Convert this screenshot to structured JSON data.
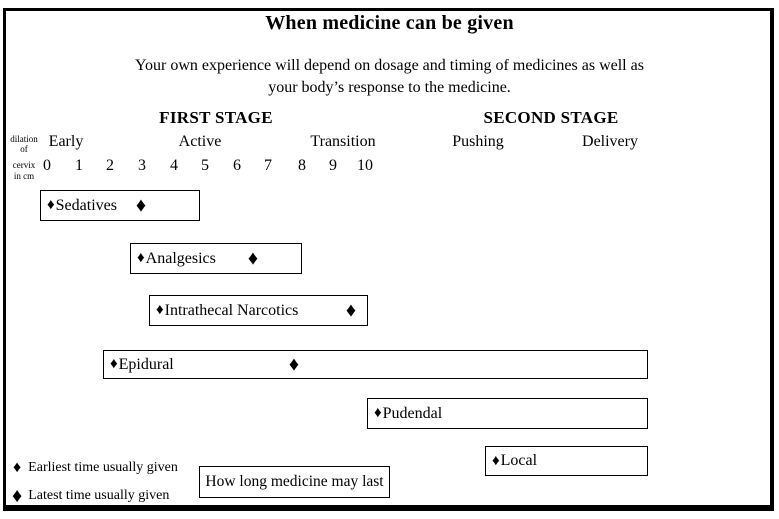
{
  "title": "When medicine can be given",
  "subtitle": {
    "line1": "Your own experience will depend on dosage and timing of medicines as well as",
    "line2": "your body’s response to the medicine."
  },
  "glyphs": {
    "diamond": "♦"
  },
  "axis_note": {
    "line1": "dilation",
    "line2": "of",
    "line3": "cervix",
    "line4": "in cm"
  },
  "stages": {
    "first": {
      "label": "FIRST STAGE",
      "phases": [
        "Early",
        "Active",
        "Transition"
      ]
    },
    "second": {
      "label": "SECOND STAGE",
      "phases": [
        "Pushing",
        "Delivery"
      ]
    }
  },
  "legend": {
    "earliest": "Earliest time usually given",
    "latest": "Latest time usually given",
    "duration_box": "How long medicine may last"
  },
  "colors": {
    "ink": "#000000",
    "background": "#ffffff"
  },
  "chart_data": {
    "type": "bar",
    "variant": "gantt-timeline",
    "title": "When medicine can be given",
    "xlabel": "dilation of cervix in cm",
    "x_axis": {
      "ticks": [
        "0",
        "1",
        "2",
        "3",
        "4",
        "5",
        "6",
        "7",
        "8",
        "9",
        "10"
      ],
      "range_cm": [
        0,
        10
      ]
    },
    "stage_spans": [
      {
        "stage": "FIRST STAGE",
        "phases": [
          {
            "name": "Early",
            "approx_cm": [
              0,
              3
            ]
          },
          {
            "name": "Active",
            "approx_cm": [
              4,
              7
            ]
          },
          {
            "name": "Transition",
            "approx_cm": [
              8,
              10
            ]
          }
        ]
      },
      {
        "stage": "SECOND STAGE",
        "phases": [
          {
            "name": "Pushing"
          },
          {
            "name": "Delivery"
          }
        ]
      }
    ],
    "bars": [
      {
        "label": "Sedatives",
        "earliest_cm": 0,
        "latest_cm": 3,
        "lasts_until_cm": 4.8,
        "lasts_until": "about 5 cm"
      },
      {
        "label": "Analgesics",
        "earliest_cm": 2.6,
        "latest_cm": 6.5,
        "lasts_until_cm": 8,
        "lasts_until": "about 8 cm"
      },
      {
        "label": "Intrathecal Narcotics",
        "earliest_cm": 3.2,
        "latest_cm": 9.5,
        "lasts_until_cm": 10.1,
        "lasts_until": "about 10 cm"
      },
      {
        "label": "Epidural",
        "earliest_cm": 1.8,
        "latest_cm": 7.7,
        "lasts_until_cm": null,
        "lasts_until": "through delivery"
      },
      {
        "label": "Pudendal",
        "earliest_cm": null,
        "latest_cm": null,
        "earliest_stage": "Pushing",
        "lasts_until": "through delivery"
      },
      {
        "label": "Local",
        "earliest_cm": null,
        "latest_cm": null,
        "earliest_stage": "Delivery",
        "lasts_until": "end of delivery"
      }
    ],
    "legend_position": "bottom-left",
    "grid": false
  }
}
